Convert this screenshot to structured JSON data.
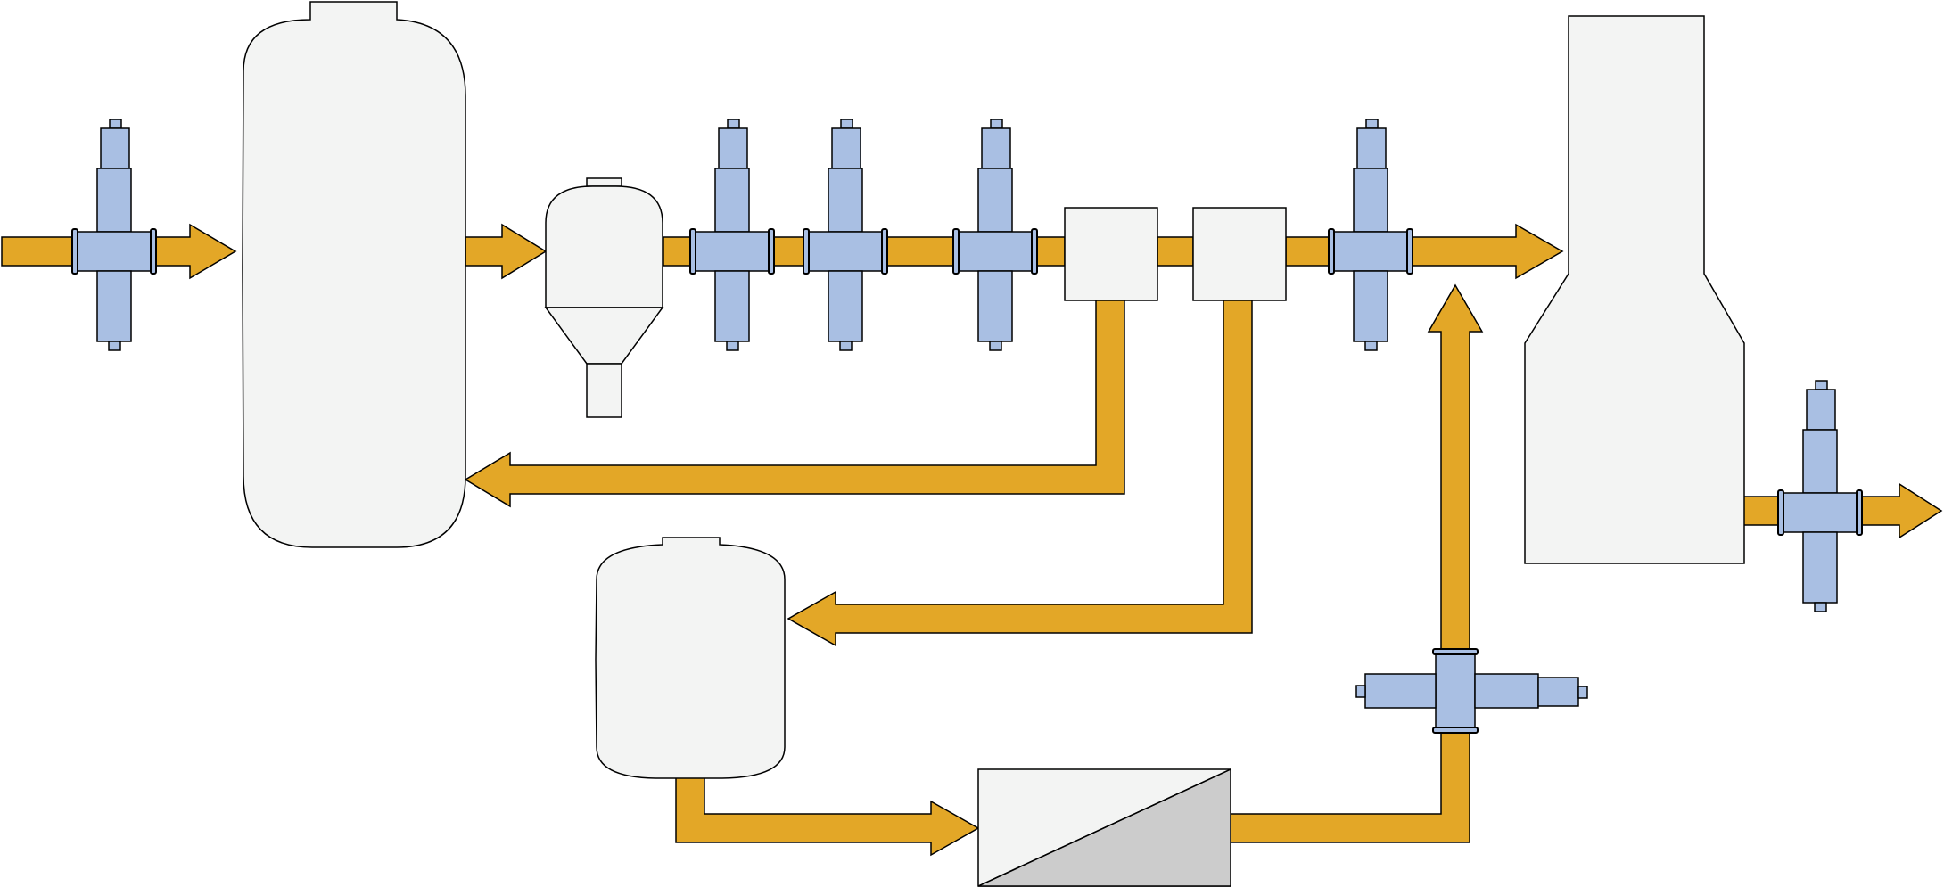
{
  "colors": {
    "pipe": "#e3a727",
    "valve": "#a9bfe3",
    "vessel": "#f3f4f3",
    "shade": "#cccccc",
    "stroke": "#000000"
  },
  "components": {
    "valves": [
      "valve-1",
      "valve-2",
      "valve-3",
      "valve-4",
      "valve-5",
      "valve-6",
      "valve-7",
      "valve-8"
    ],
    "vessels": [
      "tall-vessel",
      "cyclone-separator",
      "small-tank",
      "tall-column"
    ],
    "boxes": [
      "square-unit-1",
      "square-unit-2",
      "split-box"
    ]
  }
}
